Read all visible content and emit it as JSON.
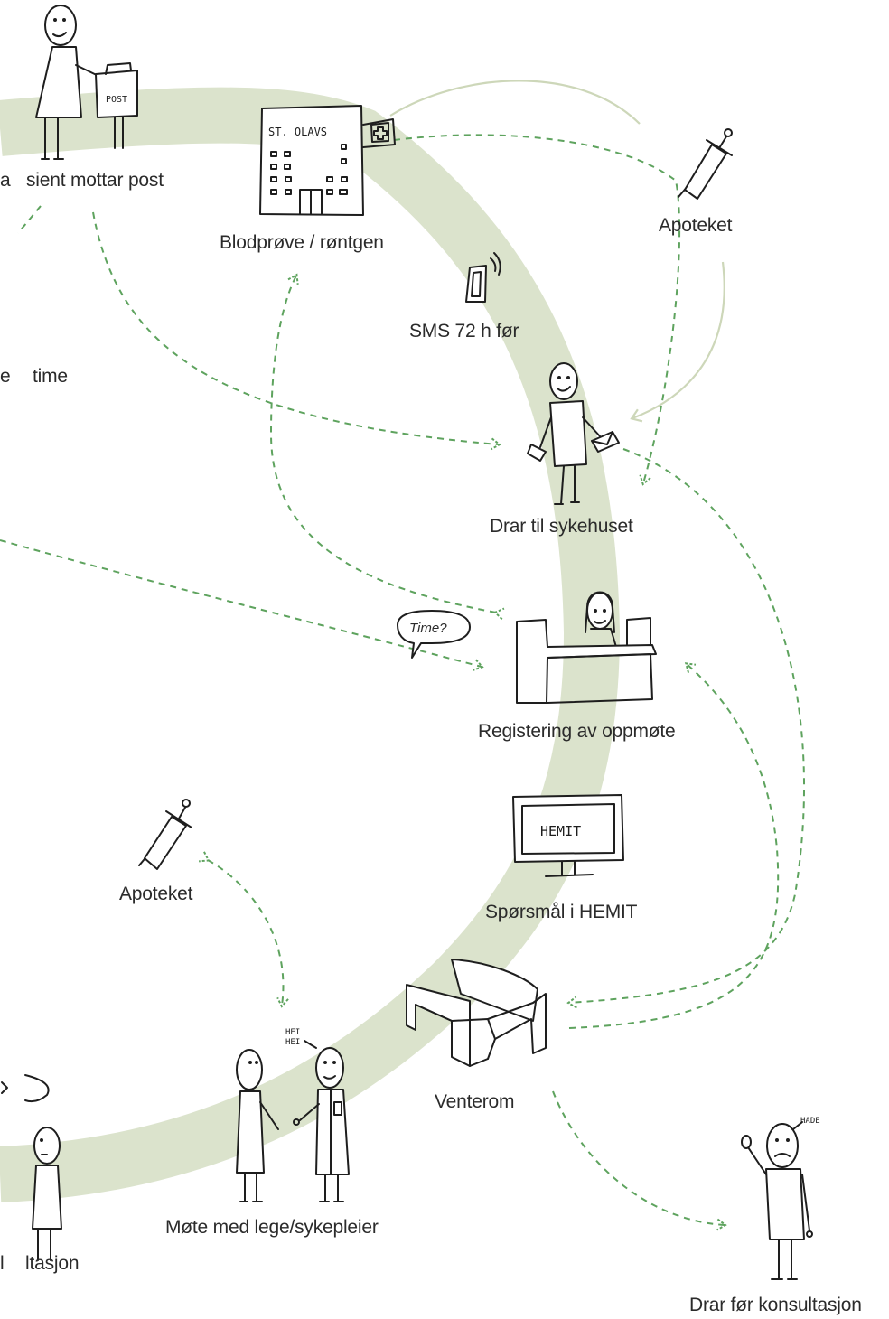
{
  "labels": {
    "patient_mail": "sient mottar post",
    "blood_xray": "Blodprøve / røntgen",
    "pharmacy_top": "Apoteket",
    "sms": "SMS 72 h før",
    "time_partial": "time",
    "partial_e": "e",
    "partial_a": "a",
    "goes_hospital": "Drar til sykehuset",
    "registration": "Registering av oppmøte",
    "hemit": "Spørsmål i HEMIT",
    "pharmacy_bottom": "Apoteket",
    "waiting_room": "Venterom",
    "meeting": "Møte med lege/sykepleier",
    "leaves": "Drar før konsultasjon",
    "consultation_partial": "ltasjon",
    "partial_l": "l"
  },
  "sketch_text": {
    "post": "POST",
    "hospital_name": "ST. OLAVS",
    "hemit_screen": "HEMIT",
    "time_bubble": "Time?",
    "hei": "HEI",
    "hei2": "HEI",
    "hade": "HADE"
  },
  "colors": {
    "path_band": "#dbe3cc",
    "dashed_arrow": "#5ea35e",
    "solid_arrow": "#cdd7b9",
    "ink": "#1e1e1e",
    "text": "#2b2b2b"
  }
}
